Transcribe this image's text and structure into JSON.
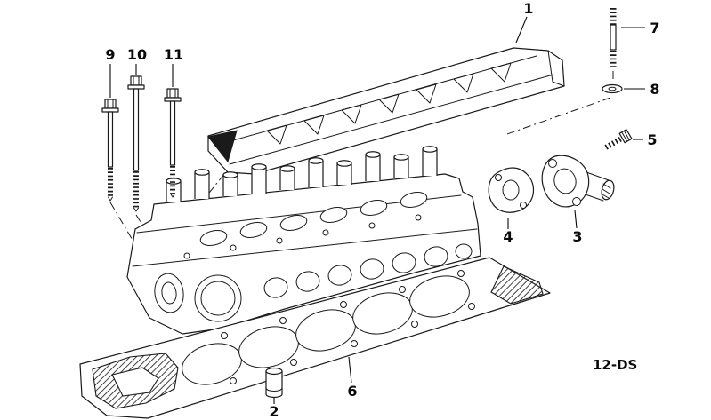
{
  "diagram": {
    "code": "12-DS",
    "callouts": [
      {
        "label": "1"
      },
      {
        "label": "2"
      },
      {
        "label": "3"
      },
      {
        "label": "4"
      },
      {
        "label": "5"
      },
      {
        "label": "6"
      },
      {
        "label": "7"
      },
      {
        "label": "8"
      },
      {
        "label": "9"
      },
      {
        "label": "10"
      },
      {
        "label": "11"
      }
    ]
  },
  "colors": {
    "line": "#1a1a1a",
    "background": "#ffffff"
  }
}
